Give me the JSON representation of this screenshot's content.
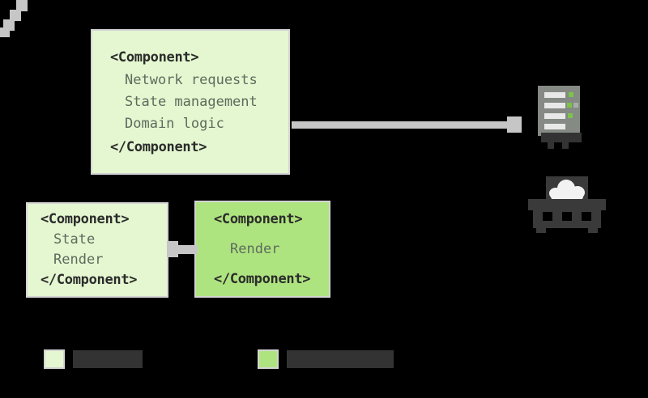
{
  "diagram": {
    "title": "Component architecture diagram",
    "background_color": "#000000",
    "boxes": [
      {
        "id": "main-component",
        "fill": "#e4f7d0",
        "border": "#d4d4d4",
        "open_tag": "<Component>",
        "lines": [
          "Network requests",
          "State management",
          "Domain logic"
        ],
        "close_tag": "</Component>"
      },
      {
        "id": "state-component",
        "fill": "#e4f7d0",
        "border": "#d4d4d4",
        "open_tag": "<Component>",
        "lines": [
          "State",
          "Render"
        ],
        "close_tag": "</Component>"
      },
      {
        "id": "render-component",
        "fill": "#aee47f",
        "border": "#d4d4d4",
        "open_tag": "<Component>",
        "lines": [
          "Render"
        ],
        "close_tag": "</Component>"
      }
    ],
    "connectors": [
      {
        "id": "main-to-server",
        "from": "main-component",
        "to": "server-icon",
        "style": "solid-arrow",
        "color": "#c6c6c6"
      },
      {
        "id": "main-to-state",
        "from": "main-component",
        "to": "state-component",
        "style": "stepped-arrow",
        "color": "#c6c6c6"
      },
      {
        "id": "state-to-render",
        "from": "render-component",
        "to": "state-component",
        "style": "solid-arrow",
        "color": "#c6c6c6"
      }
    ],
    "icons": [
      {
        "id": "server-icon",
        "name": "server-rack-icon",
        "body_color": "#858a85",
        "led_color": "#7cc349",
        "base_color": "#333333"
      },
      {
        "id": "cloud-platform-icon",
        "name": "cloud-platform-icon",
        "cloud_color": "#f2f2f2",
        "base_color": "#3a3a3a"
      }
    ]
  },
  "legend": {
    "items": [
      {
        "swatch_color": "#e4f7d0",
        "label": "             "
      },
      {
        "swatch_color": "#aee47f",
        "label": "                    "
      }
    ]
  }
}
